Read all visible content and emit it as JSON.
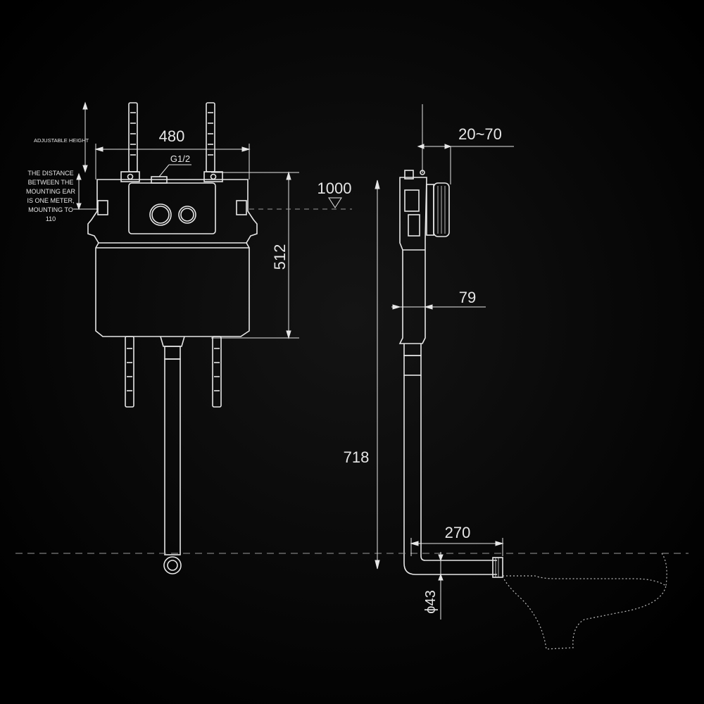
{
  "colors": {
    "background": "#000000",
    "line": "#e6e6e6",
    "dashed": "#9a9a9a"
  },
  "labels": {
    "adjustable_height": "ADJUSTABLE HEIGHT",
    "distance_note": [
      "THE DISTANCE",
      "BETWEEN THE",
      "MOUNTING EAR",
      "IS ONE METER,",
      "MOUNTING TO",
      "110"
    ],
    "inlet": "G1/2"
  },
  "dimensions": {
    "width": "480",
    "height_cistern": "512",
    "mount_height": "1000",
    "total_height": "718",
    "wall_gap": "20~70",
    "depth": "79",
    "outlet_length": "270",
    "pipe_diameter": "ϕ43"
  }
}
